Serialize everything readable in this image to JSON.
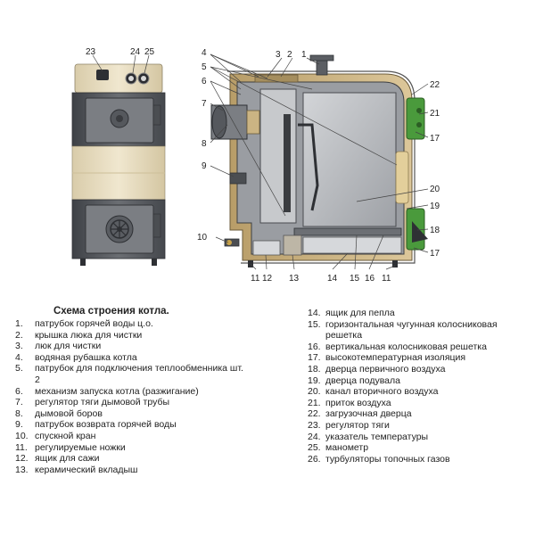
{
  "callouts": {
    "c1": "1",
    "c2": "2",
    "c3": "3",
    "c4": "4",
    "c5": "5",
    "c6": "6",
    "c7": "7",
    "c8": "8",
    "c9": "9",
    "c10": "10",
    "c11a": "11",
    "c11b": "11",
    "c12": "12",
    "c13": "13",
    "c14": "14",
    "c15": "15",
    "c16": "16",
    "c17a": "17",
    "c17b": "17",
    "c18": "18",
    "c19": "19",
    "c20": "20",
    "c21": "21",
    "c22": "22",
    "c23": "23",
    "c24": "24",
    "c25": "25"
  },
  "legend": {
    "title": "Схема строения котла.",
    "left": [
      {
        "num": "1.",
        "text": "патрубок горячей воды ц.о."
      },
      {
        "num": "2.",
        "text": "крышка люка для чистки"
      },
      {
        "num": "3.",
        "text": "люк для чистки"
      },
      {
        "num": "4.",
        "text": "водяная рубашка котла"
      },
      {
        "num": "5.",
        "text": "патрубок для подключения теплообменника шт. 2"
      },
      {
        "num": "6.",
        "text": "механизм запуска котла (разжигание)"
      },
      {
        "num": "7.",
        "text": "регулятор тяги дымовой трубы"
      },
      {
        "num": "8.",
        "text": "дымовой боров"
      },
      {
        "num": "9.",
        "text": "патрубок возврата горячей воды"
      },
      {
        "num": "10.",
        "text": "спускной кран"
      },
      {
        "num": "11.",
        "text": "регулируемые ножки"
      },
      {
        "num": "12.",
        "text": "ящик для сажи"
      },
      {
        "num": "13.",
        "text": "керамический вкладыш"
      }
    ],
    "right": [
      {
        "num": "14.",
        "text": "ящик для пепла"
      },
      {
        "num": "15.",
        "text": "горизонтальная чугунная колосниковая решетка"
      },
      {
        "num": "16.",
        "text": "вертикальная колосниковая решетка"
      },
      {
        "num": "17.",
        "text": "высокотемпературная изоляция"
      },
      {
        "num": "18.",
        "text": "дверца первичного воздуха"
      },
      {
        "num": "19.",
        "text": "дверца подувала"
      },
      {
        "num": "20.",
        "text": "канал вторичного воздуха"
      },
      {
        "num": "21.",
        "text": "приток воздуха"
      },
      {
        "num": "22.",
        "text": "загрузочная дверца"
      },
      {
        "num": "23.",
        "text": "регулятор тяги"
      },
      {
        "num": "24.",
        "text": "указатель температуры"
      },
      {
        "num": "25.",
        "text": "манометр"
      },
      {
        "num": "26.",
        "text": "турбуляторы топочных газов"
      }
    ]
  },
  "colors": {
    "body_dark": "#5a5d62",
    "panel_beige": "#e6dcbf",
    "insulation": "#cbb483",
    "green_door": "#4a9a3c",
    "interior": "#bcbfc3"
  }
}
